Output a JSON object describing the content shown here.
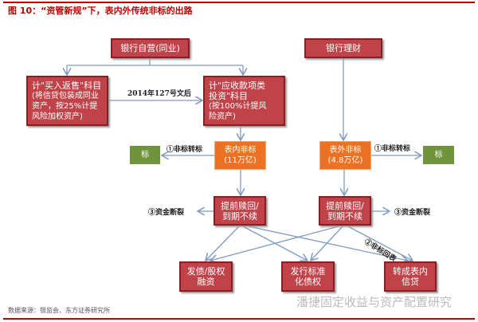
{
  "title": "图 10：“资管新规”下，表内外传统非标的出路",
  "nodes": {
    "self": "银行自营(同业)",
    "wm": "银行理财",
    "resale": [
      "计\"买入返售\"科目",
      "(将信贷包装成同业",
      "资产，按25%计提",
      "风险加权资产)"
    ],
    "recv": [
      "计\"应收款项类",
      "投资\"科目",
      "(按100%计提风",
      "险资产)"
    ],
    "on_bs": [
      "表内非标",
      "(11万亿)"
    ],
    "off_bs": [
      "表外非标",
      "(4.8万亿)"
    ],
    "std_left": "标",
    "std_right": "标",
    "redeem_left": [
      "提前赎回/",
      "到期不续"
    ],
    "redeem_right": [
      "提前赎回/",
      "到期不续"
    ],
    "bond": [
      "发债/股权",
      "融资"
    ],
    "issue": [
      "发行标准",
      "化债权"
    ],
    "loan": [
      "转成表内",
      "信贷"
    ]
  },
  "labels": {
    "doc127": "2014年127号文后",
    "to_std_left": "①非标转标",
    "to_std_right": "①非标转标",
    "break_left": "③资金断裂",
    "break_right": "③资金断裂",
    "back": "②非标回表"
  },
  "footer": "数据来源：银监会、东方证券研究所",
  "watermark": "潘捷固定收益与资产配置研究"
}
